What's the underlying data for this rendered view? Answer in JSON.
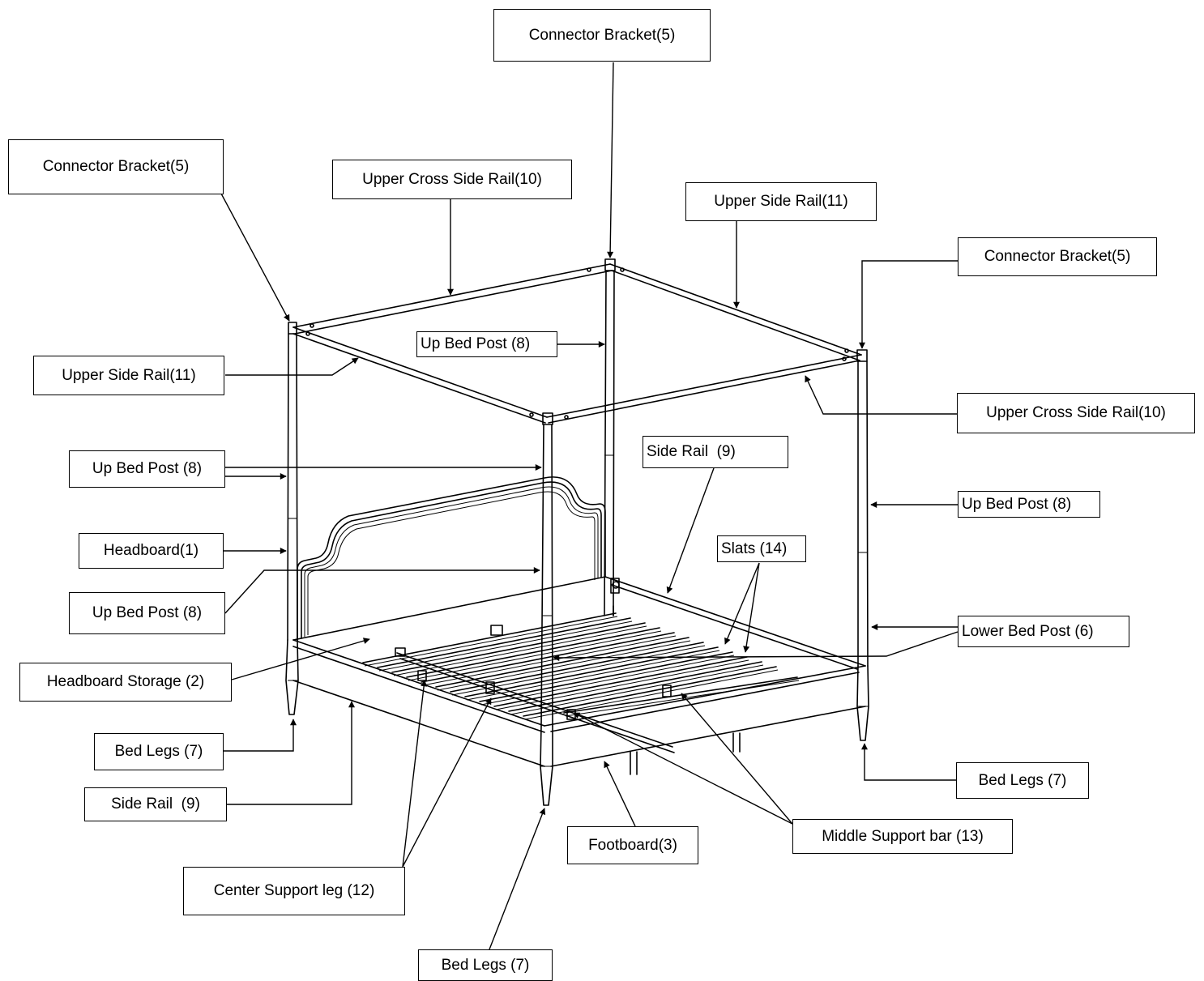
{
  "labels": {
    "connector_bracket_top": "Connector Bracket(5)",
    "connector_bracket_left": "Connector Bracket(5)",
    "upper_cross_side_rail_top": "Upper Cross Side Rail(10)",
    "upper_side_rail_top": "Upper Side Rail(11)",
    "connector_bracket_right": "Connector Bracket(5)",
    "up_bed_post_center": "Up Bed Post (8)",
    "upper_side_rail_left": "Upper Side Rail(11)",
    "upper_cross_side_rail_right": "Upper Cross Side Rail(10)",
    "up_bed_post_left_upper": "Up Bed Post (8)",
    "side_rail_top": "Side Rail  (9)",
    "up_bed_post_right": "Up Bed Post (8)",
    "headboard": "Headboard(1)",
    "slats": "Slats (14)",
    "up_bed_post_left_lower": "Up Bed Post (8)",
    "lower_bed_post": "Lower Bed Post (6)",
    "headboard_storage": "Headboard Storage (2)",
    "bed_legs_left": "Bed Legs (7)",
    "bed_legs_right": "Bed Legs (7)",
    "side_rail_bottom": "Side Rail  (9)",
    "footboard": "Footboard(3)",
    "middle_support_bar": "Middle Support bar (13)",
    "center_support_leg": "Center Support leg (12)",
    "bed_legs_bottom": "Bed Legs (7)"
  }
}
